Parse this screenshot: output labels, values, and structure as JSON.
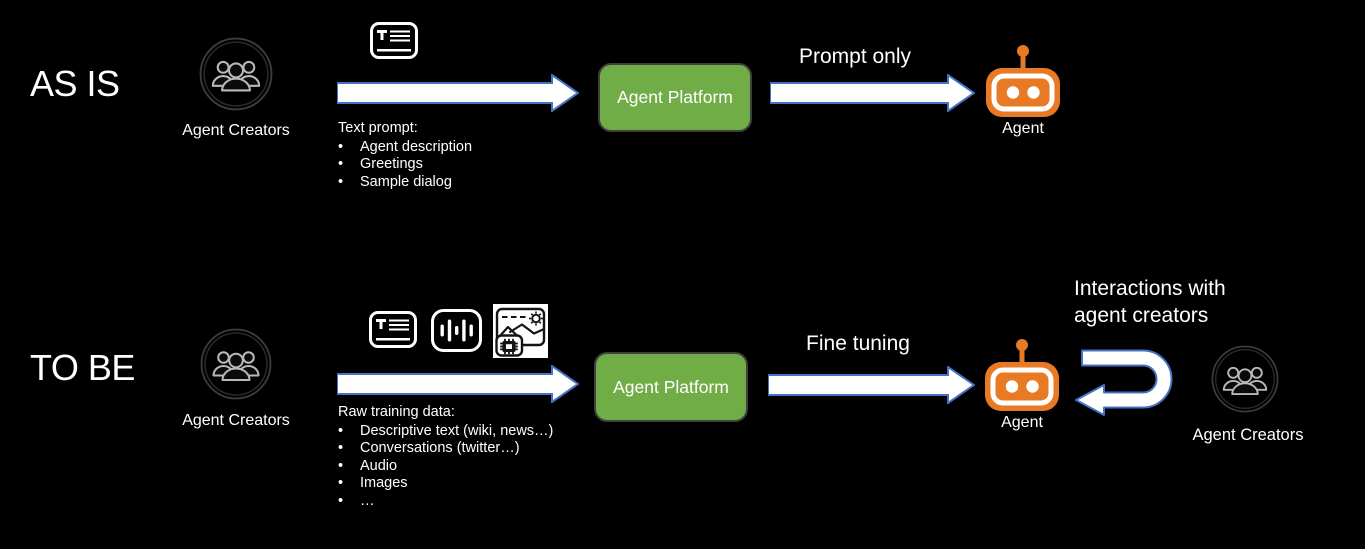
{
  "colors": {
    "background": "#000000",
    "arrow-blue": "#4472C4",
    "platform-green": "#70AD47",
    "platform-border": "#3F3F3F",
    "robot-orange": "#E87A25",
    "people-gray": "#B9B9B9",
    "text-white": "#FFFFFF"
  },
  "rows": [
    {
      "stage_label": "AS IS",
      "creators_caption": "Agent Creators",
      "input_icons": [
        "text-prompt-icon"
      ],
      "notes_title": "Text prompt:",
      "notes_bullets": [
        "Agent description",
        "Greetings",
        "Sample dialog"
      ],
      "platform_label": "Agent Platform",
      "output_arrow_label": "Prompt only",
      "agent_caption": "Agent"
    },
    {
      "stage_label": "TO BE",
      "creators_caption": "Agent Creators",
      "input_icons": [
        "text-prompt-icon",
        "audio-waveform-icon",
        "image-icon"
      ],
      "notes_title": "Raw training data:",
      "notes_bullets": [
        "Descriptive text (wiki, news…)",
        "Conversations (twitter…)",
        "Audio",
        "Images",
        "…"
      ],
      "platform_label": "Agent Platform",
      "output_arrow_label": "Fine tuning",
      "agent_caption": "Agent",
      "feedback_label": "Interactions with agent creators",
      "feedback_creators_caption": "Agent Creators"
    }
  ]
}
